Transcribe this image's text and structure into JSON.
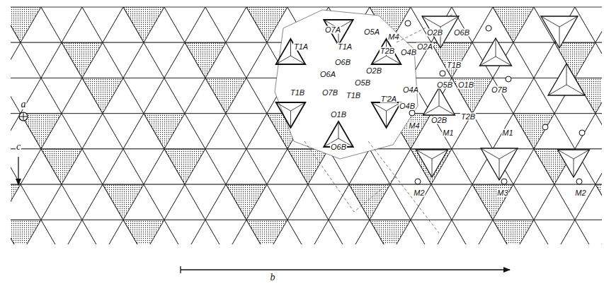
{
  "diagram": {
    "labels": [
      "O7A",
      "T1A",
      "T1A",
      "O5A",
      "M4",
      "O2A",
      "O6B",
      "T2B",
      "O4B",
      "O2B",
      "O6B",
      "T1B",
      "O5B",
      "O1B",
      "O7B",
      "O6A",
      "O2B",
      "T1B",
      "O7B",
      "T1B",
      "O5B",
      "T'2A",
      "O4A",
      "O4B",
      "M4",
      "O1B",
      "O6B",
      "O2B",
      "T2B",
      "M1",
      "M1",
      "M2",
      "M3",
      "M2",
      "a",
      "c",
      "b"
    ]
  }
}
